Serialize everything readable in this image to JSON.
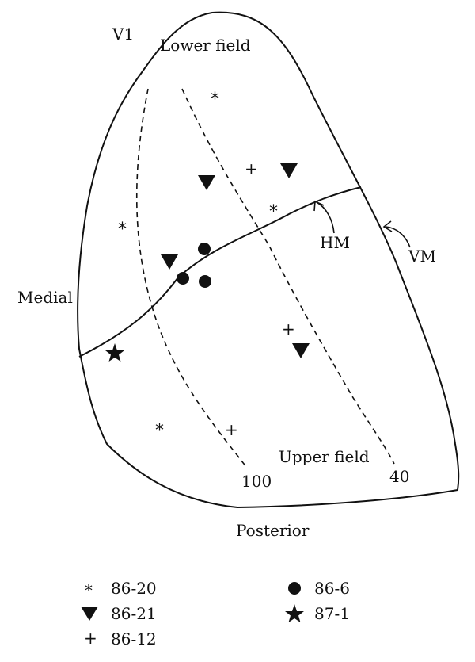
{
  "labels": {
    "area": "V1",
    "lower_field": "Lower field",
    "upper_field": "Upper field",
    "medial": "Medial",
    "posterior": "Posterior",
    "hm": "HM",
    "vm": "VM",
    "ecc_100": "100",
    "ecc_40": "40"
  },
  "legend": [
    {
      "label": "86-20",
      "marker": "asterisk-icon"
    },
    {
      "label": "86-21",
      "marker": "triangle-down-icon"
    },
    {
      "label": "86-12",
      "marker": "plus-icon"
    },
    {
      "label": "86-6",
      "marker": "circle-icon"
    },
    {
      "label": "87-1",
      "marker": "star-icon"
    }
  ],
  "colors": {
    "ink": "#111111",
    "background": "#ffffff"
  }
}
